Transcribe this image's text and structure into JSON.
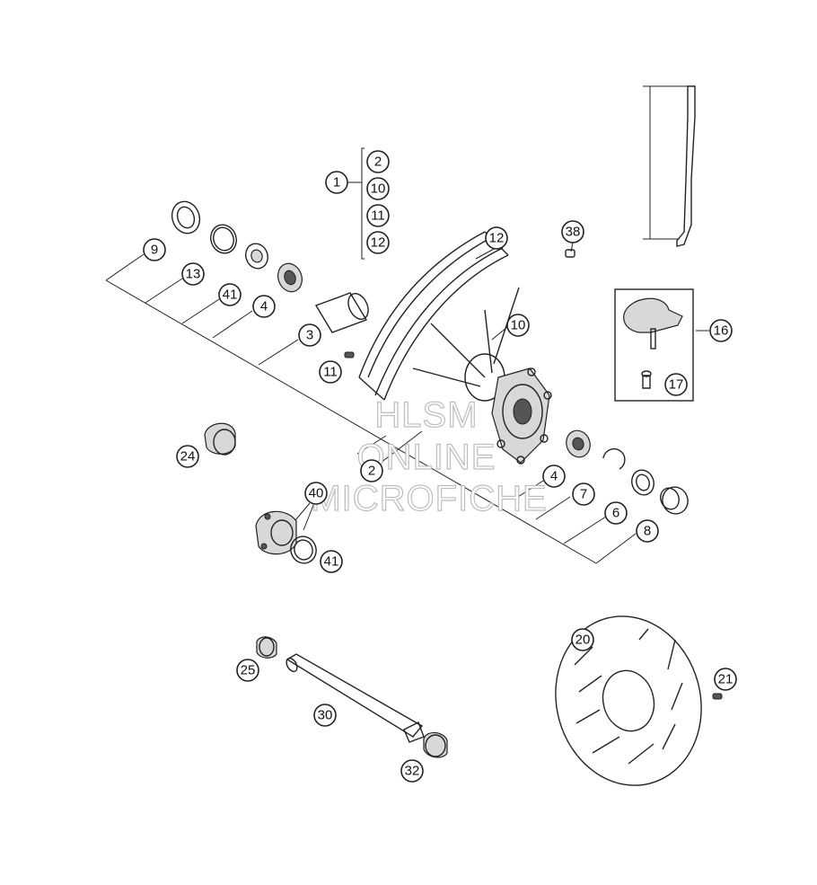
{
  "callouts": {
    "c1": "1",
    "c2a": "2",
    "c10a": "10",
    "c11a": "11",
    "c12a": "12",
    "c9": "9",
    "c13": "13",
    "c41a": "41",
    "c4a": "4",
    "c3": "3",
    "c11b": "11",
    "c12b": "12",
    "c10b": "10",
    "c38": "38",
    "c16": "16",
    "c17": "17",
    "c24": "24",
    "c2b": "2",
    "c4b": "4",
    "c7": "7",
    "c6": "6",
    "c8": "8",
    "c40": "40",
    "c41b": "41",
    "c20": "20",
    "c21": "21",
    "c25": "25",
    "c30": "30",
    "c32": "32"
  },
  "watermark": {
    "line1": "HLSM",
    "line2": "ONLINE",
    "line3": "MICROFICHE"
  }
}
